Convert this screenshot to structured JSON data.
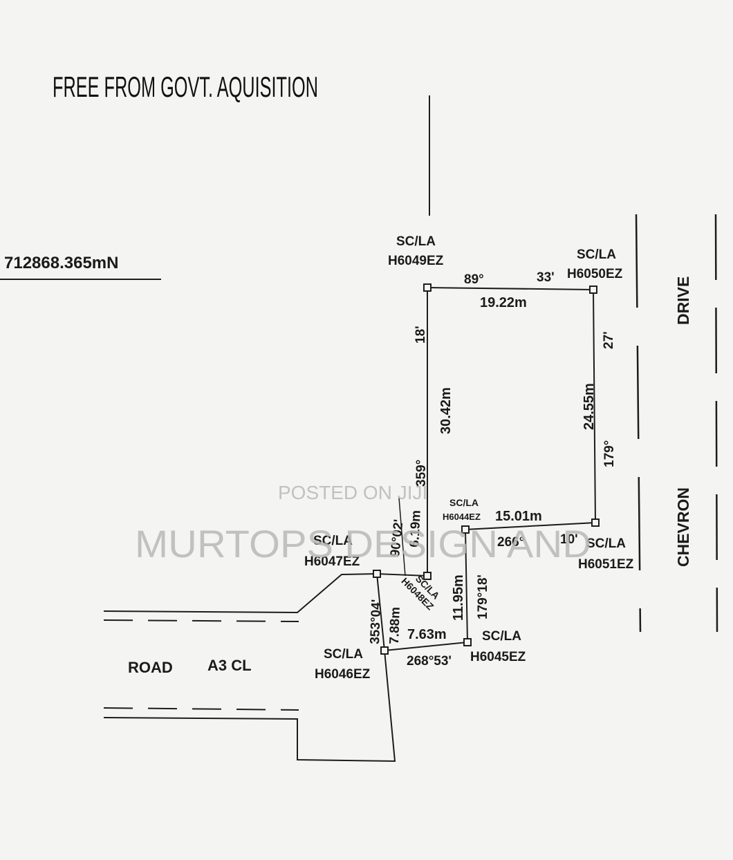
{
  "stamp": "FREE FROM GOVT. AQUISITION",
  "northing": "712868.365mN",
  "watermark": {
    "posted": "POSTED ON JIJI",
    "company": "MURTOPS DESIGN AND"
  },
  "roads": {
    "road": "ROAD",
    "a3cl": "A3 CL",
    "drive": "DRIVE",
    "chevron": "CHEVRON"
  },
  "pillars": [
    {
      "id": "H6049EZ",
      "prefix": "SC/LA",
      "code": "H6049EZ"
    },
    {
      "id": "H6050EZ",
      "prefix": "SC/LA",
      "code": "H6050EZ"
    },
    {
      "id": "H6051EZ",
      "prefix": "SC/LA",
      "code": "H6051EZ"
    },
    {
      "id": "H6044EZ",
      "prefix": "SC/LA",
      "code": "H6044EZ"
    },
    {
      "id": "H6045EZ",
      "prefix": "SC/LA",
      "code": "H6045EZ"
    },
    {
      "id": "H6046EZ",
      "prefix": "SC/LA",
      "code": "H6046EZ"
    },
    {
      "id": "H6047EZ",
      "prefix": "SC/LA",
      "code": "H6047EZ"
    },
    {
      "id": "H6048EZ",
      "prefix": "SC/LA",
      "code": "H6048EZ"
    }
  ],
  "dimensions": {
    "top_distance": "19.22m",
    "top_bearing_deg": "89°",
    "top_bearing_min": "33'",
    "left_distance": "30.42m",
    "left_bearing_deg": "359°",
    "left_bearing_min": "18'",
    "right_distance": "24.55m",
    "right_bearing_deg": "179°",
    "right_bearing_min": "27'",
    "mid_distance": "15.01m",
    "mid_bearing_deg": "266°",
    "mid_bearing_min": "10'",
    "inner_distance": "11.95m",
    "inner_bearing": "179°18'",
    "bottom_distance": "7.63m",
    "bottom_bearing": "268°53'",
    "slant_distance": "7.88m",
    "slant_bearing": "353°04'",
    "diag_distance": "6.19m",
    "diag_bearing": "90°02'"
  }
}
